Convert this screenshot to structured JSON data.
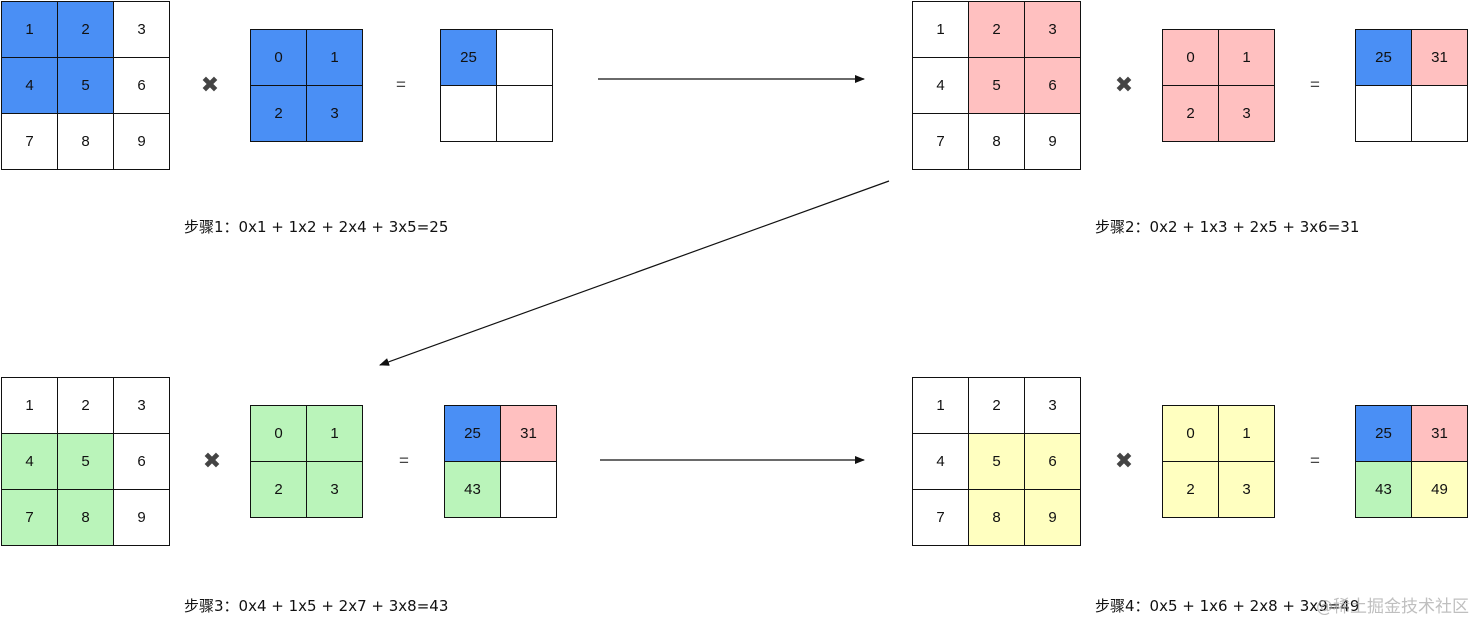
{
  "colors": {
    "step1": "#4a8ff5",
    "step2": "#ffc0c0",
    "step3": "#baf4ba",
    "step4": "#ffffc0",
    "border": "#111111"
  },
  "operators": {
    "times": "✖",
    "equals": "="
  },
  "input_matrix": [
    [
      "1",
      "2",
      "3"
    ],
    [
      "4",
      "5",
      "6"
    ],
    [
      "7",
      "8",
      "9"
    ]
  ],
  "kernel": [
    [
      "0",
      "1"
    ],
    [
      "2",
      "3"
    ]
  ],
  "steps": [
    {
      "caption": "步骤1：0x1 + 1x2 + 2x4 + 3x5=25",
      "highlight": [
        [
          0,
          0
        ],
        [
          0,
          1
        ],
        [
          1,
          0
        ],
        [
          1,
          1
        ]
      ],
      "output": [
        [
          "25",
          ""
        ],
        [
          "",
          ""
        ]
      ]
    },
    {
      "caption": "步骤2：0x2 + 1x3 + 2x5 + 3x6=31",
      "highlight": [
        [
          0,
          1
        ],
        [
          0,
          2
        ],
        [
          1,
          1
        ],
        [
          1,
          2
        ]
      ],
      "output": [
        [
          "25",
          "31"
        ],
        [
          "",
          ""
        ]
      ]
    },
    {
      "caption": "步骤3：0x4 + 1x5 + 2x7 + 3x8=43",
      "highlight": [
        [
          1,
          0
        ],
        [
          1,
          1
        ],
        [
          2,
          0
        ],
        [
          2,
          1
        ]
      ],
      "output": [
        [
          "25",
          "31"
        ],
        [
          "43",
          ""
        ]
      ]
    },
    {
      "caption": "步骤4：0x5 + 1x6 + 2x8 + 3x9=49",
      "highlight": [
        [
          1,
          1
        ],
        [
          1,
          2
        ],
        [
          2,
          1
        ],
        [
          2,
          2
        ]
      ],
      "output": [
        [
          "25",
          "31"
        ],
        [
          "43",
          "49"
        ]
      ]
    }
  ],
  "watermark": "@稀土掘金技术社区"
}
